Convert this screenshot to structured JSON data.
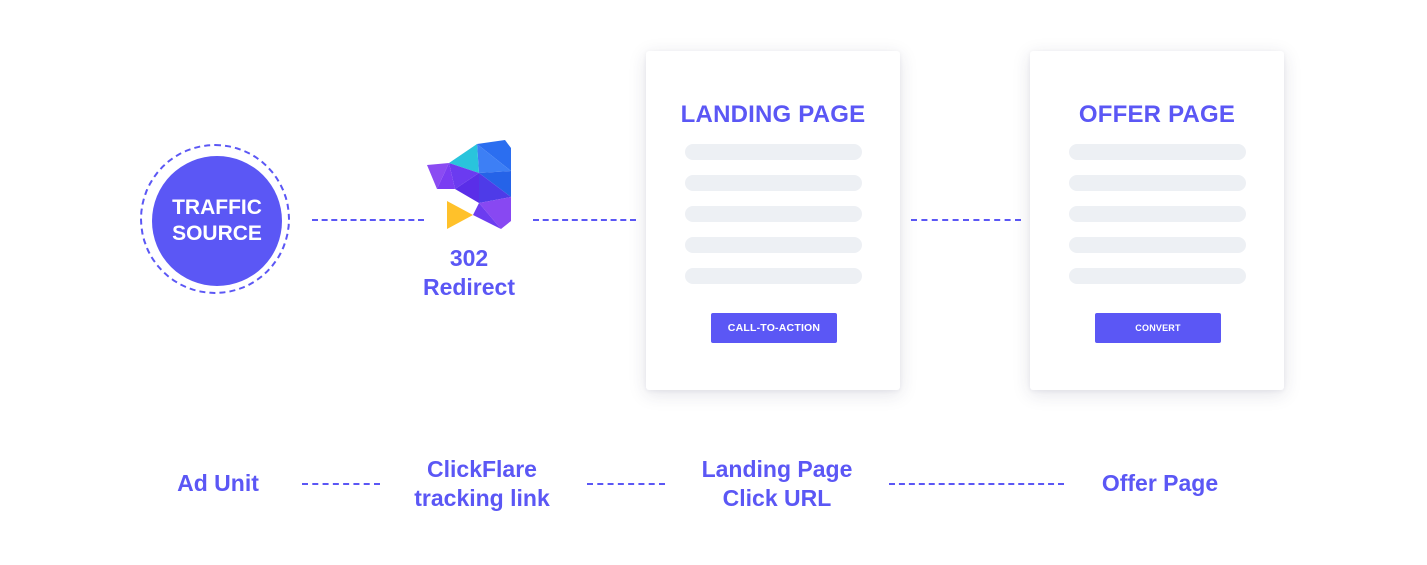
{
  "traffic_source": {
    "label_line1": "TRAFFIC",
    "label_line2": "SOURCE"
  },
  "redirect": {
    "line1": "302",
    "line2": "Redirect",
    "logo_icon": "clickflare-logo-icon"
  },
  "landing_card": {
    "title": "LANDING PAGE",
    "button_label": "CALL-TO-ACTION"
  },
  "offer_card": {
    "title": "OFFER PAGE",
    "button_label": "CONVERT"
  },
  "bottom_labels": {
    "ad_unit": "Ad Unit",
    "tracking_line1": "ClickFlare",
    "tracking_line2": "tracking link",
    "landing_line1": "Landing Page",
    "landing_line2": "Click URL",
    "offer": "Offer Page"
  },
  "colors": {
    "accent": "#5b57f5",
    "placeholder_line": "#edf0f4",
    "logo_teal": "#29c4dc",
    "logo_blue": "#2b6ef0",
    "logo_purple": "#7a3df2",
    "logo_yellow": "#ffc12a"
  }
}
